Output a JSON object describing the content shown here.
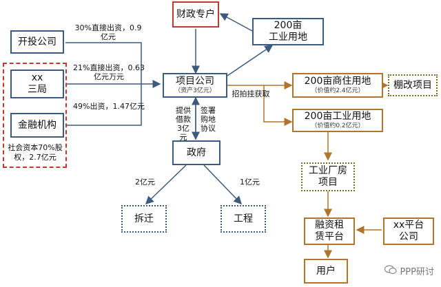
{
  "nodes": {
    "caizheng": "财政专户",
    "kaitou": "开投公司",
    "xx_line1": "xx",
    "xx_line2": "三局",
    "jinrong": "金融机构",
    "shehui": "社会资本70%股权，2.7亿元",
    "xiangmu_title": "项目公司",
    "xiangmu_sub": "（资产3亿元）",
    "land_industrial_top_line1": "200亩",
    "land_industrial_top_line2": "工业用地",
    "land_residential_title": "200亩商住用地",
    "land_residential_sub": "（价值约2.4亿元）",
    "penggai": "棚改项目",
    "land_industrial_bottom_title": "200亩工业用地",
    "land_industrial_bottom_sub": "（价值约0.2亿元）",
    "changfang": "工业厂房项目",
    "zhengfu": "政府",
    "chaiqian": "拆迁",
    "gongcheng": "工程",
    "rongzi": "融资租赁平台",
    "xx_platform": "xx平台公司",
    "yonghu": "用户"
  },
  "edge_labels": {
    "kaitou_invest": "30%直接出资，0.9亿元",
    "xx_invest": "21%直接出资，0.63亿元万元",
    "jinrong_invest": "49%出资，1.47亿元",
    "loan": "提供借款3亿元",
    "agreement": "签署购地协议",
    "auction": "招拍挂获取",
    "left_amount": "2亿元",
    "right_amount": "1亿元"
  },
  "watermark": "PPP研讨",
  "colors": {
    "blue": "#3c5a7d",
    "brown": "#b0742c",
    "red": "#c0392b",
    "dotted_brown": "#7a6a2a"
  }
}
